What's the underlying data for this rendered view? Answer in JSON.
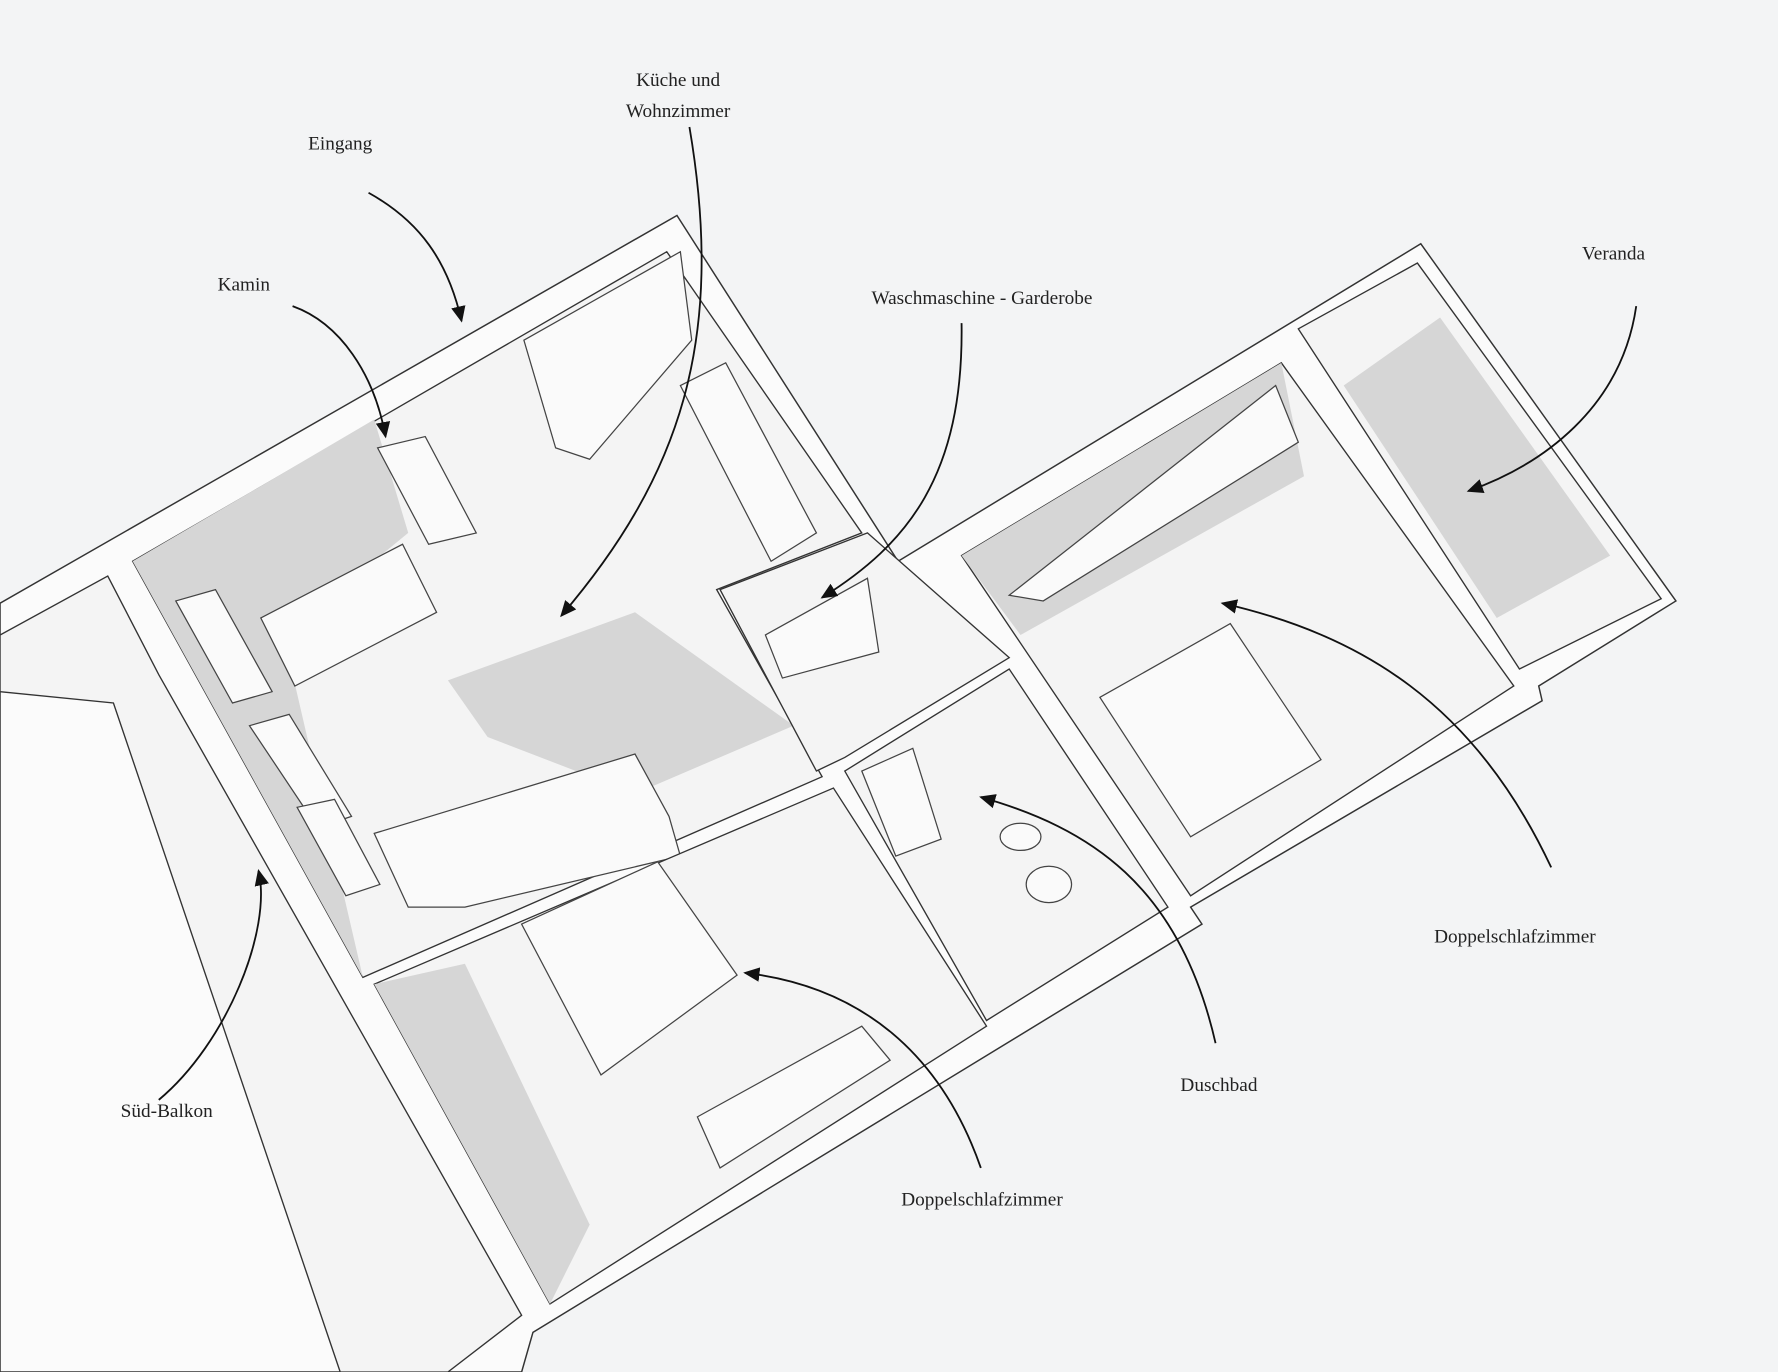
{
  "labels": {
    "entrance": "Eingang",
    "kitchen_living_1": "Küche und",
    "kitchen_living_2": "Wohnzimmer",
    "fireplace": "Kamin",
    "laundry_wardrobe": "Waschmaschine - Garderobe",
    "veranda": "Veranda",
    "double_bedroom_right": "Doppelschlafzimmer",
    "shower_bath": "Duschbad",
    "double_bedroom_bottom": "Doppelschlafzimmer",
    "south_balcony": "Süd-Balkon"
  },
  "colors": {
    "background": "#f3f4f5",
    "lines": "#333333"
  }
}
